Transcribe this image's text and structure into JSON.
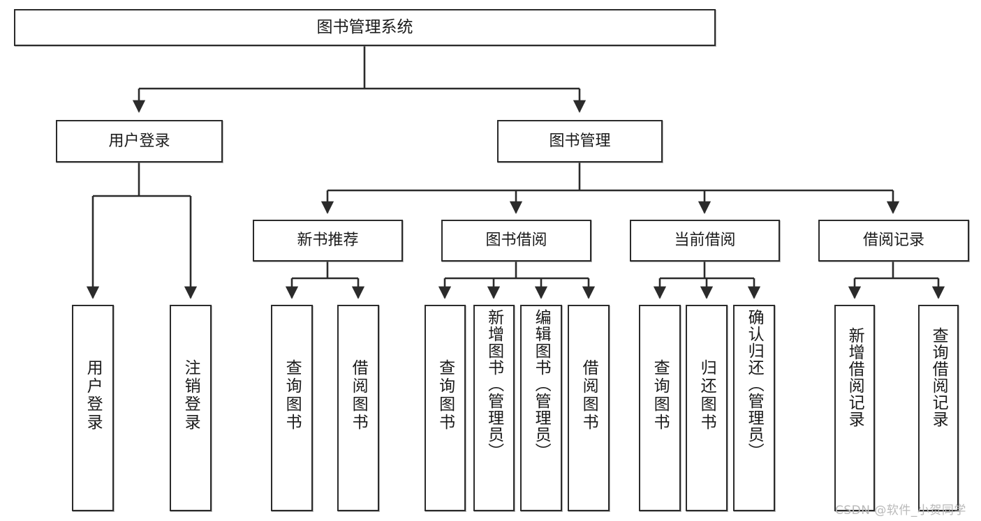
{
  "diagram": {
    "title": "图书管理系统",
    "type": "hierarchy-tree",
    "watermark": "CSDN @软件_小贺同学",
    "colors": {
      "stroke": "#2b2b2b",
      "fill": "#ffffff",
      "text": "#1a1a1a",
      "watermark": "#b9b9b9"
    },
    "nodes": {
      "root": {
        "label": "图书管理系统"
      },
      "level2": [
        {
          "id": "user-login",
          "label": "用户登录"
        },
        {
          "id": "book-manage",
          "label": "图书管理"
        }
      ],
      "level3": [
        {
          "id": "new-book-recommend",
          "label": "新书推荐"
        },
        {
          "id": "book-borrow",
          "label": "图书借阅"
        },
        {
          "id": "current-borrow",
          "label": "当前借阅"
        },
        {
          "id": "borrow-record",
          "label": "借阅记录"
        }
      ],
      "leaves": {
        "user-login": [
          {
            "id": "leaf-user-login",
            "label": "用户登录"
          },
          {
            "id": "leaf-logout",
            "label": "注销登录"
          }
        ],
        "new-book-recommend": [
          {
            "id": "leaf-query-book-1",
            "label": "查询图书"
          },
          {
            "id": "leaf-borrow-book-1",
            "label": "借阅图书"
          }
        ],
        "book-borrow": [
          {
            "id": "leaf-query-book-2",
            "label": "查询图书"
          },
          {
            "id": "leaf-add-book",
            "label": "新增图书（管理员）"
          },
          {
            "id": "leaf-edit-book",
            "label": "编辑图书（管理员）"
          },
          {
            "id": "leaf-borrow-book-2",
            "label": "借阅图书"
          }
        ],
        "current-borrow": [
          {
            "id": "leaf-query-book-3",
            "label": "查询图书"
          },
          {
            "id": "leaf-return-book",
            "label": "归还图书"
          },
          {
            "id": "leaf-confirm-return",
            "label": "确认归还（管理员）"
          }
        ],
        "borrow-record": [
          {
            "id": "leaf-add-record",
            "label": "新增借阅记录"
          },
          {
            "id": "leaf-query-record",
            "label": "查询借阅记录"
          }
        ]
      }
    }
  }
}
